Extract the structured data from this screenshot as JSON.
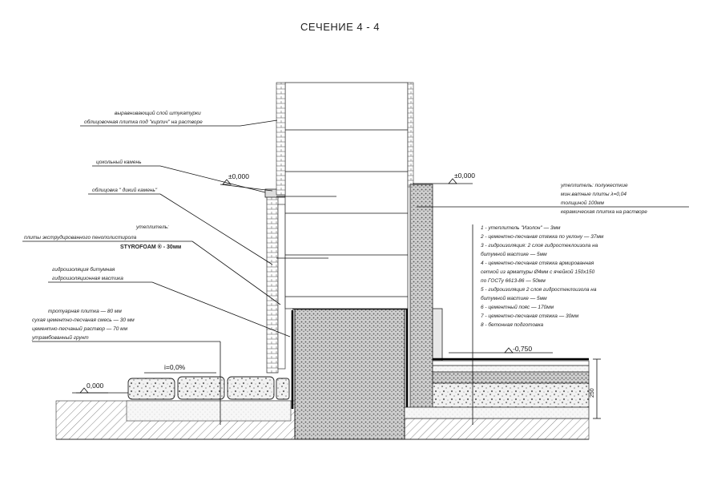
{
  "title": "СЕЧЕНИЕ 4 - 4",
  "levels": {
    "zero_left": "0,000",
    "zero_wall": "±0,000",
    "zero_right": "±0,000",
    "minus_750": "-0,750",
    "slope": "i=0,0%"
  },
  "dimension": "250",
  "left_notes": {
    "n1_line1": "выравнивающий слой штукатурки",
    "n1_line2": "облицовочная плитка под \"кирпич\" на растворе",
    "n2": "цокольный камень",
    "n3": "облицовка \" дикий камень\"",
    "n4_line1": "утеплитель:",
    "n4_line2": "плиты экструдированного пенополистирола",
    "n4_line3": "STYROFOAM ® - 30мм",
    "n5_line1": "гидроизоляция битумная",
    "n5_line2": "гидроизоляционная мастика",
    "n6_line1": "тротуарная плитка — 80 мм",
    "n6_line2": "сухая цементно-песчаная смесь — 30 мм",
    "n6_line3": "цементно-песчаный раствор — 70 мм",
    "n6_line4": "утрамбованный грунт"
  },
  "right_notes": {
    "r1_line1": "утеплитель: полужесткие",
    "r1_line2": "мин.ватные плиты λ=0,04",
    "r1_line3": "толщиной 100мм",
    "r1_line4": "керамическая плитка на растворе",
    "layers": [
      "1 - утеплитель \"Изолон\" — 3мм",
      "2 - цементно-песчаная стяжка по уклону — 37мм",
      "3 - гидроизоляция: 2 слоя гидростеклоизола на",
      "битумной мастике — 5мм",
      "4 - цементно-песчаная стяжка армированная",
      "сеткой из арматуры Ø4мм с ячейкой 150х150",
      "по ГОСТу 6613-86 — 50мм",
      "5 - гидроизоляция 2 слоя гидростеклоизола на",
      "битумной мастике — 5мм",
      "6 - цементный пояс — 170мм",
      "7 - цементно-песчаная стяжка — 30мм",
      "8 - бетонная подготовка"
    ]
  }
}
